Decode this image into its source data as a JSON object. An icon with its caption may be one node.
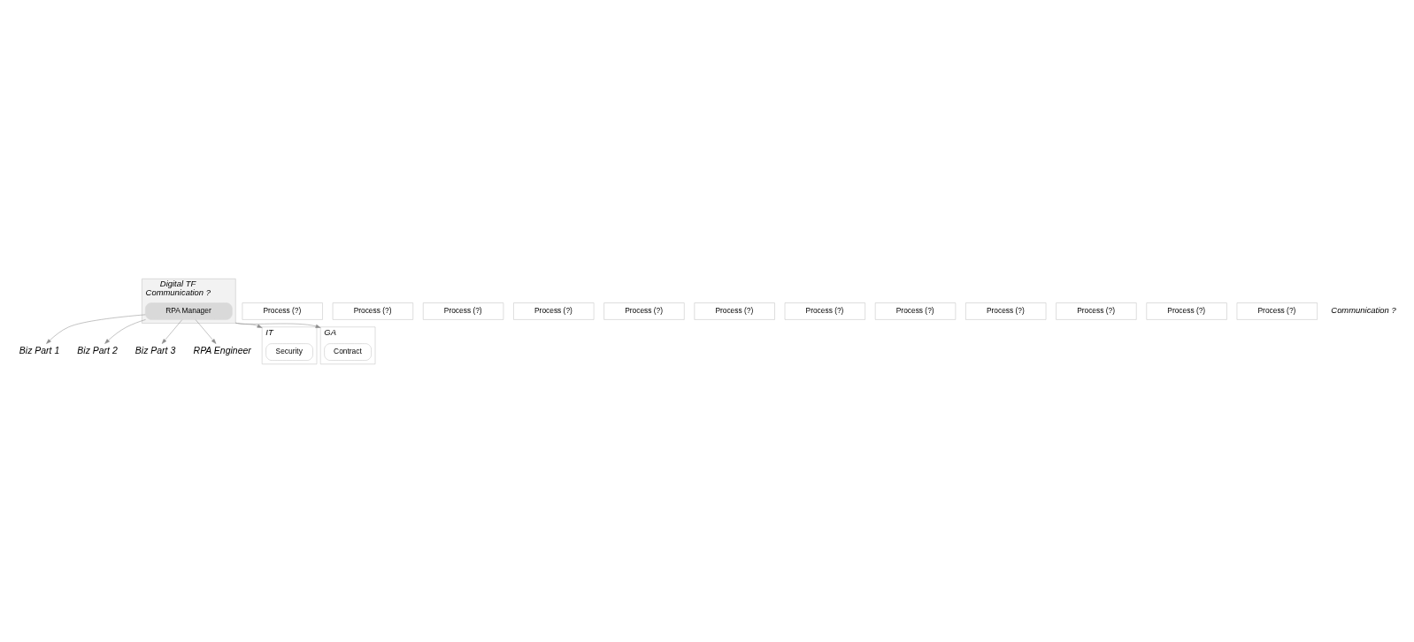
{
  "diagram": {
    "nodes": [
      {
        "text": [
          "Digital TF",
          "Communication ?"
        ]
      },
      {
        "text": [
          "RPA Manager"
        ],
        "in": 0
      },
      {
        "text": [
          "Biz Part 1"
        ]
      },
      {
        "text": [
          "Process (?)"
        ]
      },
      {
        "text": [
          "Process (?)"
        ]
      },
      {
        "text": [
          "Biz Part 2"
        ]
      },
      {
        "text": [
          "Process (?)"
        ]
      },
      {
        "text": [
          "Process (?)"
        ]
      },
      {
        "text": [
          "Biz Part 3"
        ]
      },
      {
        "text": [
          "Process (?)"
        ]
      },
      {
        "text": [
          "Process (?)"
        ]
      },
      {
        "text": [
          "RPA Engineer"
        ]
      },
      {
        "text": [
          "Process (?)"
        ]
      },
      {
        "text": [
          "Process (?)"
        ]
      },
      {
        "text": [
          "Process (?)"
        ]
      },
      {
        "text": [
          "Process (?)"
        ]
      },
      {
        "text": [
          "Process (?)"
        ]
      },
      {
        "text": [
          "Process (?)"
        ]
      },
      {
        "text": [
          "IT"
        ]
      },
      {
        "text": [
          "Security"
        ],
        "in": 18
      },
      {
        "text": [
          "GA"
        ]
      },
      {
        "text": [
          "Contract"
        ],
        "in": 20
      }
    ],
    "edges": [
      {
        "from": 1,
        "to": 2,
        "arrow": "to"
      },
      {
        "from": 1,
        "to": 5,
        "arrow": "to"
      },
      {
        "from": 1,
        "to": 8,
        "arrow": "to"
      },
      {
        "from": 1,
        "to": 11,
        "arrow": "to"
      },
      {
        "from": 0,
        "to": 18,
        "arrow": "to"
      },
      {
        "from": 0,
        "to": 20,
        "arrow": "to"
      }
    ],
    "labels": [
      "Communication ?"
    ]
  }
}
